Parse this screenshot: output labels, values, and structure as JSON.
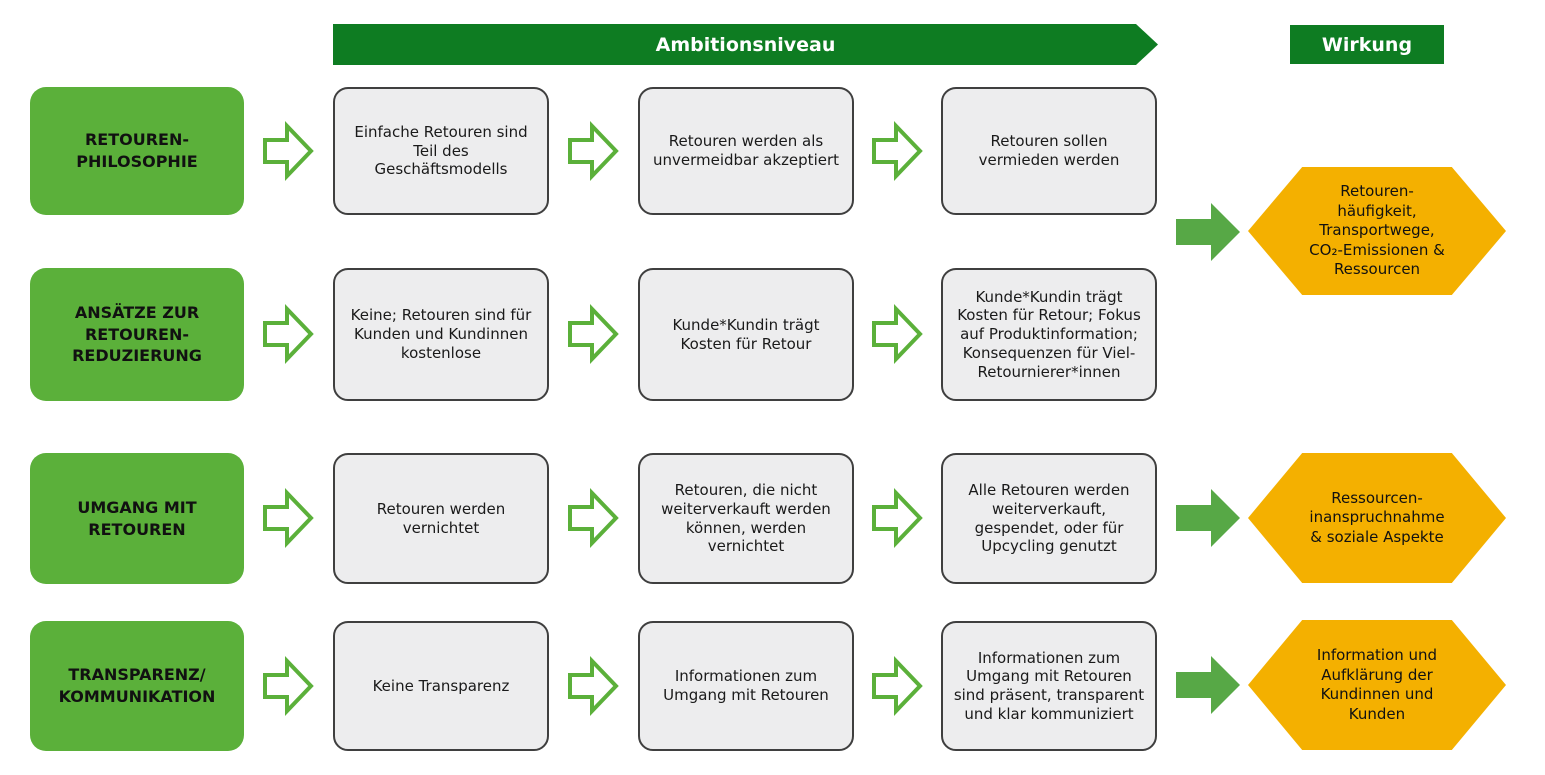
{
  "header": {
    "ambition": "Ambitionsniveau",
    "wirkung": "Wirkung"
  },
  "rows": [
    {
      "category": "RETOUREN-\nPHILOSOPHIE",
      "levels": [
        "Einfache Retouren sind Teil des Geschäftsmodells",
        "Retouren werden als unvermeidbar akzeptiert",
        "Retouren sollen vermieden werden"
      ]
    },
    {
      "category": "ANSÄTZE ZUR\nRETOUREN-\nREDUZIERUNG",
      "levels": [
        "Keine; Retouren sind für Kunden und Kundinnen kostenlose",
        "Kunde*Kundin trägt Kosten für Retour",
        "Kunde*Kundin trägt Kosten für Retour; Fokus auf Produktinformation; Konsequenzen für Viel-Retournierer*innen"
      ]
    },
    {
      "category": "UMGANG MIT\nRETOUREN",
      "levels": [
        "Retouren werden vernichtet",
        "Retouren, die nicht weiterverkauft werden können, werden vernichtet",
        "Alle Retouren werden weiterverkauft, gespendet, oder für Upcycling genutzt"
      ]
    },
    {
      "category": "TRANSPARENZ/\nKOMMUNIKATION",
      "levels": [
        "Keine Transparenz",
        "Informationen zum Umgang mit Retouren",
        "Informationen zum Umgang mit Retouren sind präsent, transparent und klar kommuniziert"
      ]
    }
  ],
  "impacts": [
    "Retouren-\nhäufigkeit,\nTransportwege,\nCO₂-Emissionen &\nRessourcen",
    "Ressourcen-\ninanspruchnahme\n& soziale Aspekte",
    "Information und\nAufklärung der\nKundinnen und\nKunden"
  ],
  "colors": {
    "dark-green": "#0e7c22",
    "green": "#5bb03a",
    "arrow-green": "#57a846",
    "amber": "#f4b000",
    "gray-fill": "#ededee",
    "gray-border": "#3f3f3f"
  }
}
